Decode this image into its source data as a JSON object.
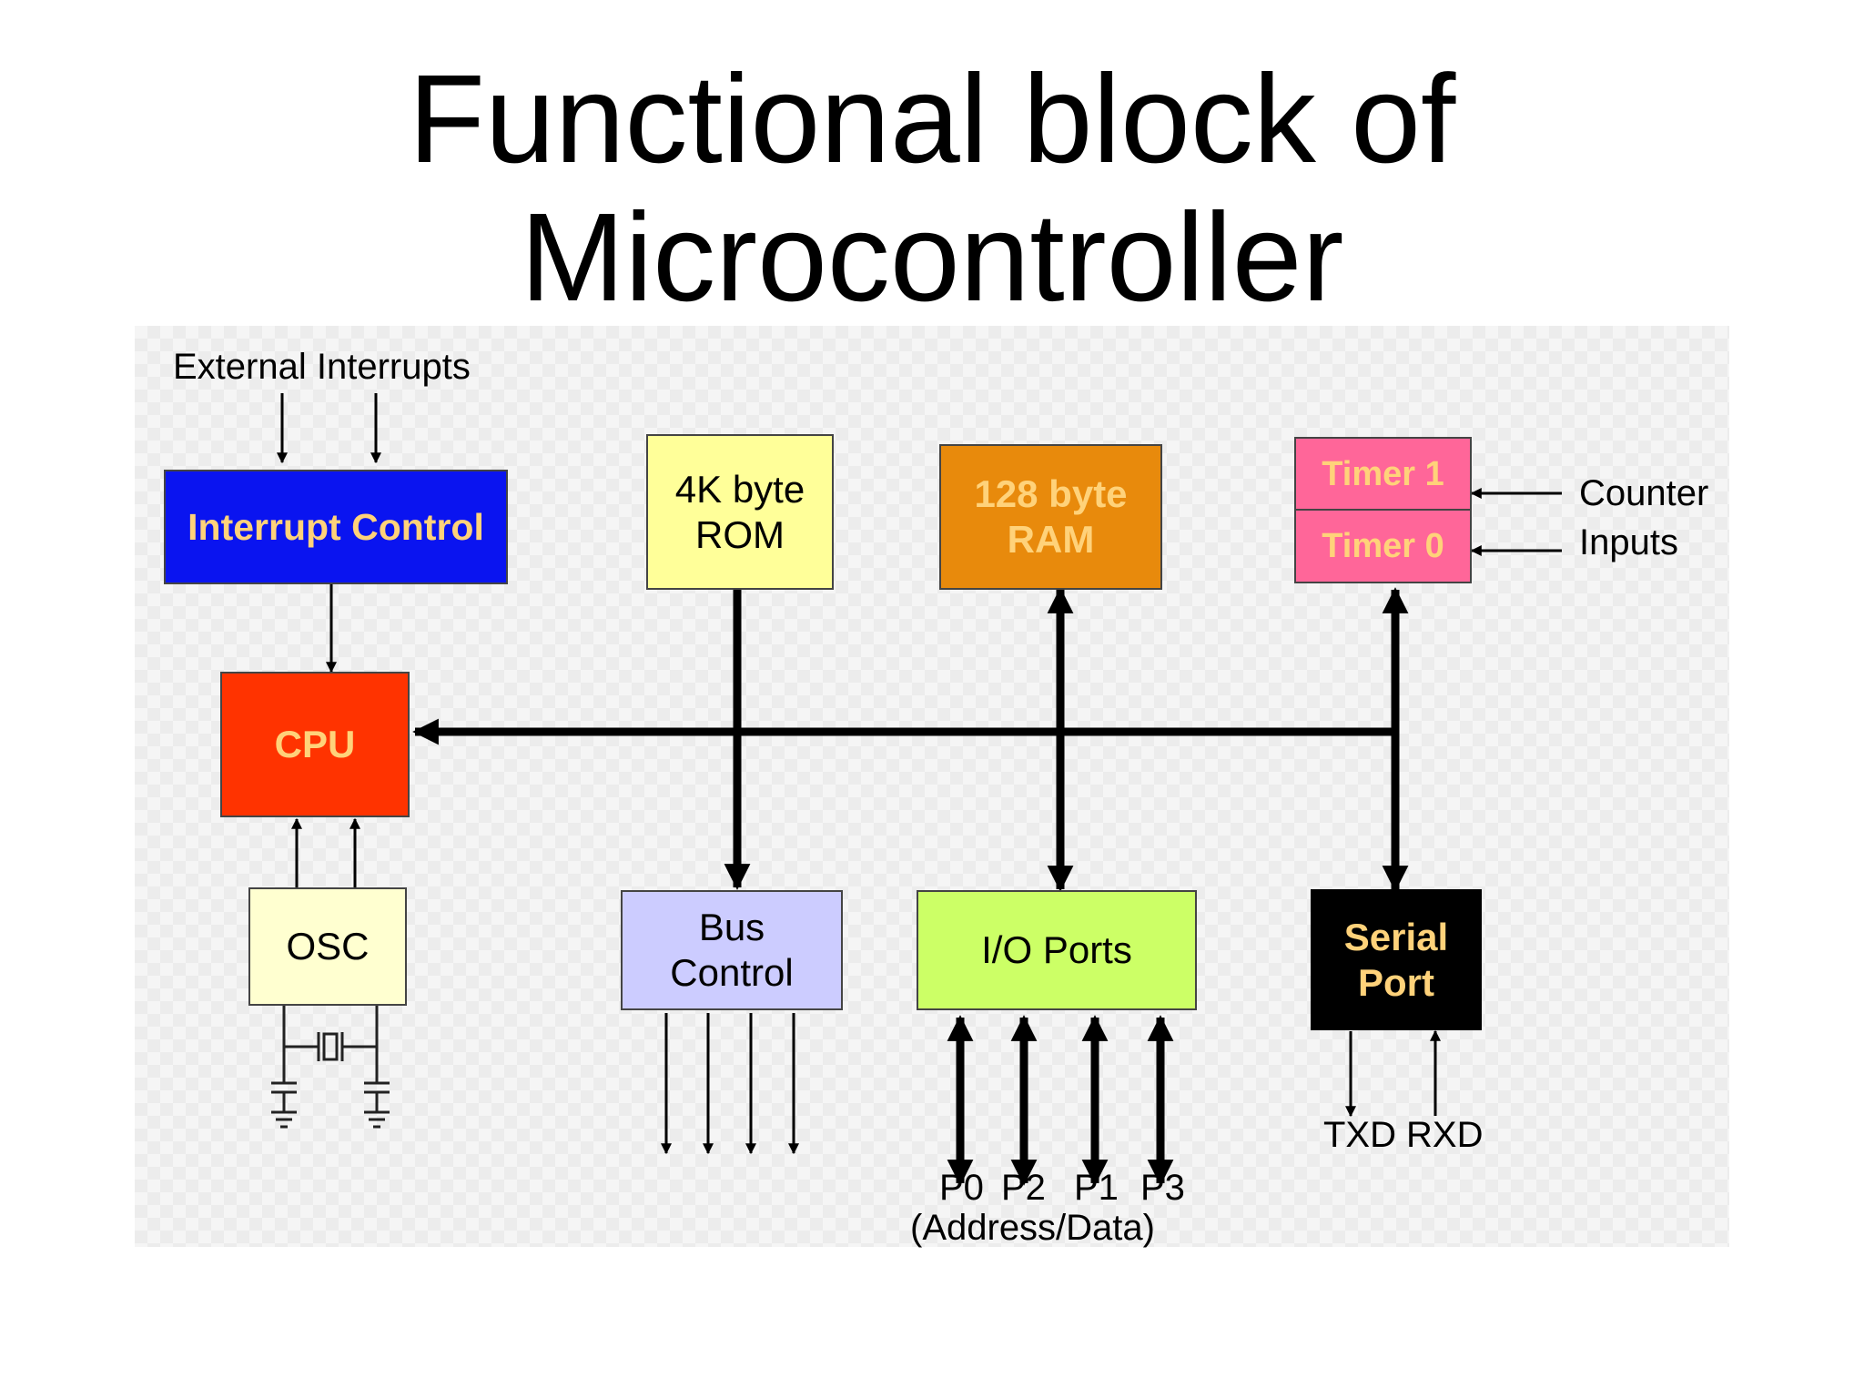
{
  "title": {
    "line1": "Functional block of",
    "line2": "Microcontroller"
  },
  "diagram": {
    "external_interrupts": "External Interrupts",
    "interrupt_control": "Interrupt Control",
    "cpu": "CPU",
    "osc": "OSC",
    "rom": {
      "line1": "4K byte",
      "line2": "ROM"
    },
    "ram": {
      "line1": "128 byte",
      "line2": "RAM"
    },
    "timer1": "Timer 1",
    "timer0": "Timer 0",
    "counter_inputs": {
      "line1": "Counter",
      "line2": "Inputs"
    },
    "bus_control": {
      "line1": "Bus",
      "line2": "Control"
    },
    "io_ports": "I/O Ports",
    "serial_port": {
      "line1": "Serial",
      "line2": "Port"
    },
    "txd": "TXD",
    "rxd": "RXD",
    "ports": [
      "P0",
      "P2",
      "P1",
      "P3"
    ],
    "address_data": "(Address/Data)"
  },
  "colors": {
    "interrupt_control": "#0a14f0",
    "cpu": "#ff3300",
    "osc": "#ffffd0",
    "rom": "#ffff99",
    "ram": "#e88a0c",
    "timer": "#ff6699",
    "bus_control": "#ccccff",
    "io_ports": "#ccff66",
    "serial_port": "#000000",
    "orange_text": "#ffd27a"
  }
}
